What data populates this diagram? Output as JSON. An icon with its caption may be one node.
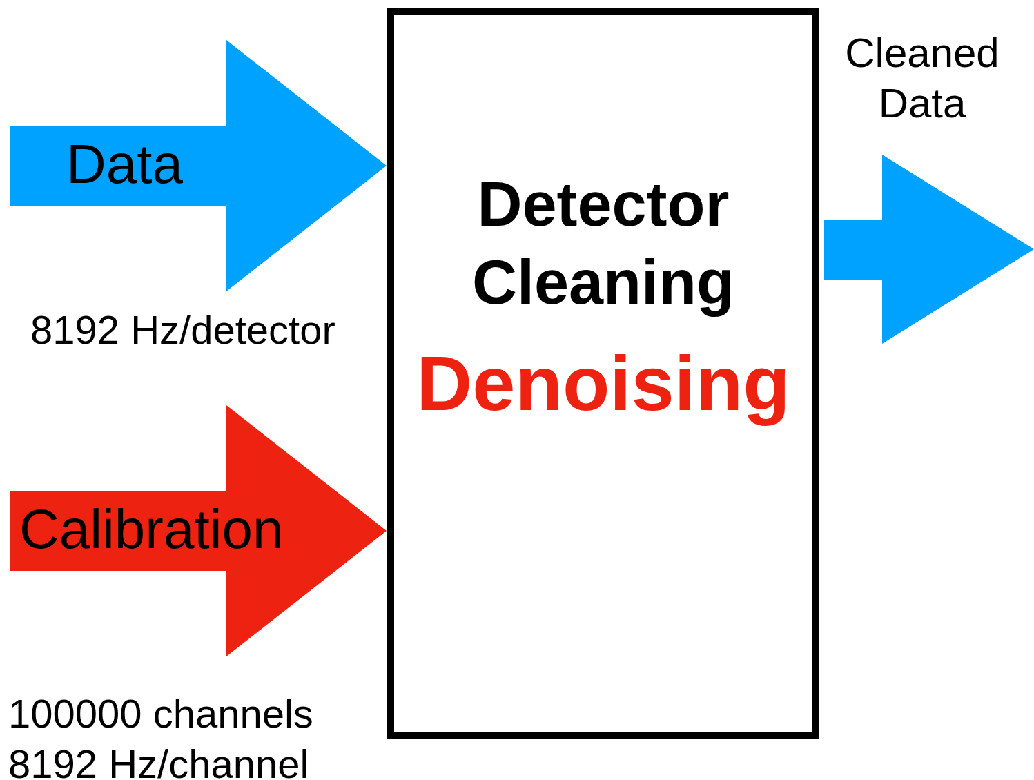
{
  "diagram": {
    "nodes": [
      {
        "text": [
          "Data"
        ],
        "beside": [
          "8192 Hz/detector"
        ]
      },
      {
        "text": [
          "Calibration"
        ],
        "beside": [
          "100000 channels 8192 Hz/channel"
        ]
      },
      {
        "text": [
          "Detector Cleaning",
          "Denoising"
        ]
      },
      {
        "text": [
          "Cleaned Data"
        ]
      }
    ]
  }
}
